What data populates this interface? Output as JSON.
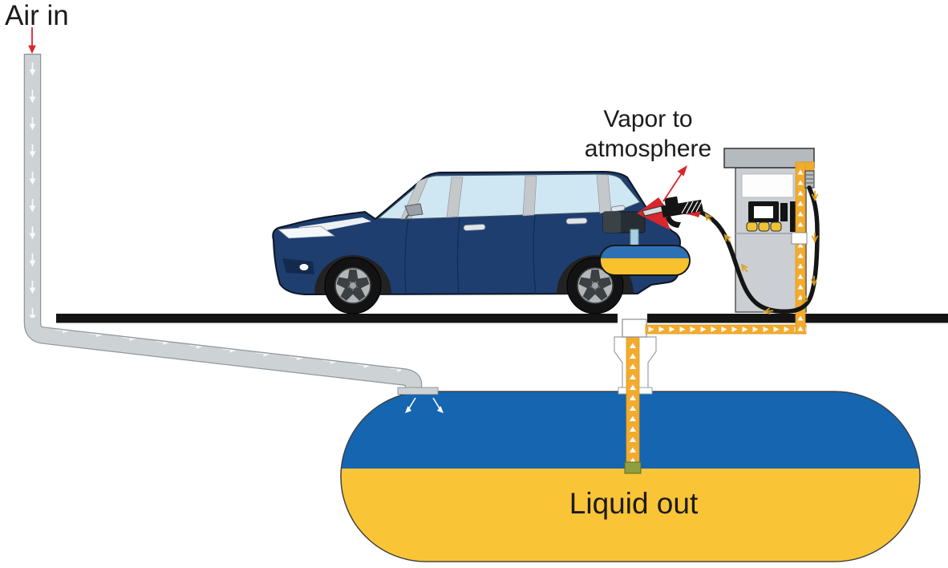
{
  "labels": {
    "air_in": "Air in",
    "vapor_line1": "Vapor to",
    "vapor_line2": "atmosphere",
    "liquid_out": "Liquid out"
  },
  "colors": {
    "tank_vapor_blue": "#1565b0",
    "tank_liquid_yellow": "#fac437",
    "liquid_pipe_yellow": "#f2ab2e",
    "air_pipe_gray": "#cdd2d5",
    "air_pipe_edge": "#8f969b",
    "car_body_blue": "#1e3e70",
    "dispenser_gray": "#cbcfd3",
    "ground_black": "#141414",
    "annotation_red": "#d8262c"
  }
}
